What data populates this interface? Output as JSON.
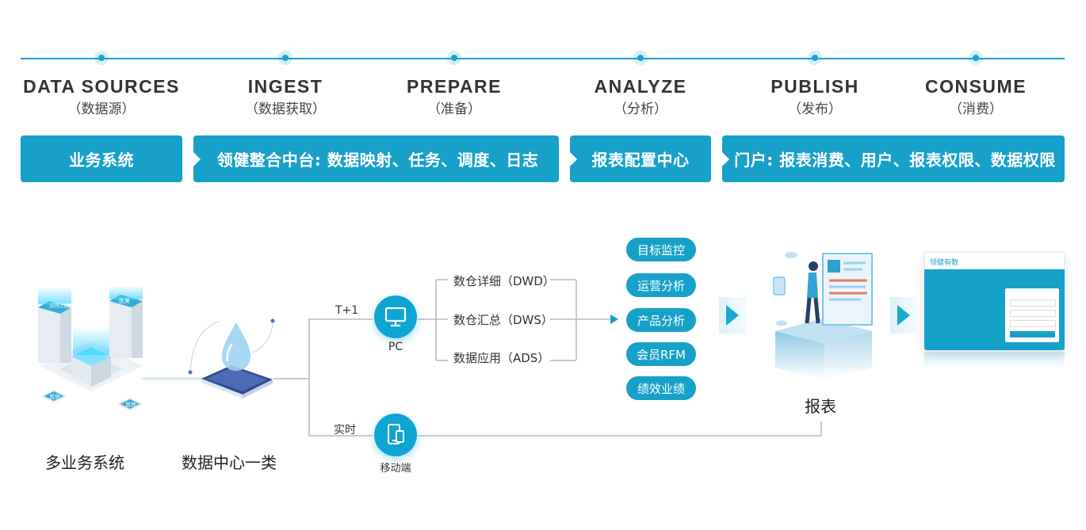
{
  "timeline": {
    "stages": [
      {
        "en": "DATA SOURCES",
        "cn": "（数据源）"
      },
      {
        "en": "INGEST",
        "cn": "（数据获取）"
      },
      {
        "en": "PREPARE",
        "cn": "（准备）"
      },
      {
        "en": "ANALYZE",
        "cn": "（分析）"
      },
      {
        "en": "PUBLISH",
        "cn": "（发布）"
      },
      {
        "en": "CONSUME",
        "cn": "（消费）"
      }
    ]
  },
  "band": {
    "business": "业务系统",
    "platform": "领健整合中台: 数据映射、任务、调度、日志",
    "report_config": "报表配置中心",
    "portal": "门户: 报表消费、用户、报表权限、数据权限"
  },
  "diagram": {
    "sources_label": "多业务系统",
    "server_labels": [
      "诊所口腔",
      "医美",
      "其他",
      "其他"
    ],
    "datacenter_label": "数据中心一类",
    "t1_label": "T+1",
    "realtime_label": "实时",
    "pc_label": "PC",
    "mobile_label": "移动端",
    "branches": [
      "数仓详细（DWD）",
      "数仓汇总（DWS）",
      "数据应用（ADS）"
    ],
    "pills": [
      "目标监控",
      "运营分析",
      "产品分析",
      "会员RFM",
      "绩效业绩"
    ],
    "report_label": "报表",
    "app_title": "领健有数"
  },
  "colors": {
    "accent": "#17a1c9",
    "line": "#b9b9b9"
  }
}
